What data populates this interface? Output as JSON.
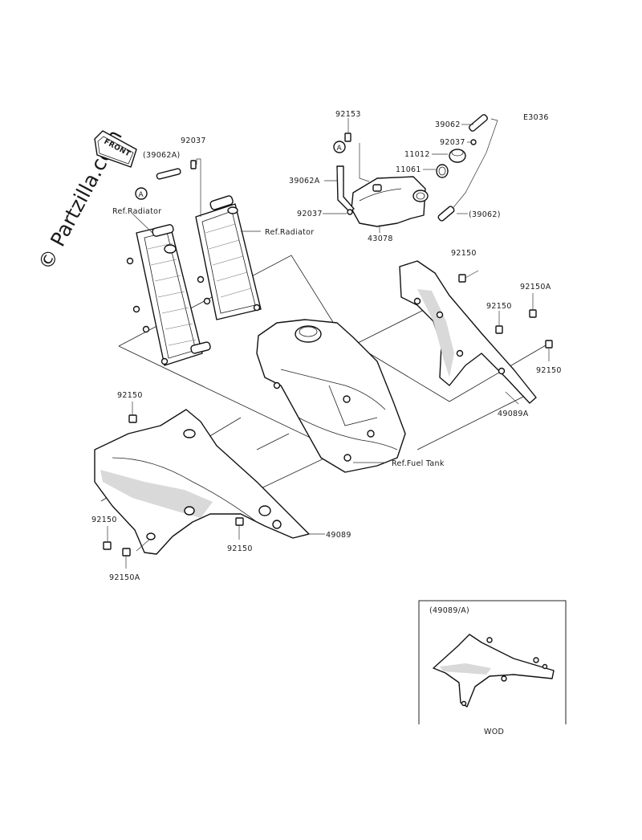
{
  "watermark": "© Partzilla.com",
  "diagram_code": "E3036",
  "front_label": "FRONT",
  "labels": {
    "p92037_top": "92037",
    "p39062A_ref": "(39062A)",
    "ref_radiator_left": "Ref.Radiator",
    "ref_radiator_right": "Ref.Radiator",
    "p92153": "92153",
    "p39062": "39062",
    "p92037_cap": "92037",
    "p11012": "11012",
    "p11061": "11061",
    "p39062A": "39062A",
    "p92037_res": "92037",
    "p43078": "43078",
    "p39062_ref": "(39062)",
    "p92150_top": "92150",
    "p92150A_right": "92150A",
    "p92150_mid": "92150",
    "p92150_right": "92150",
    "p49089A": "49089A",
    "p92150_left": "92150",
    "ref_fuel_tank": "Ref.Fuel Tank",
    "p49089": "49089",
    "p92150_bl": "92150",
    "p92150_bc": "92150",
    "p92150A_bl": "92150A",
    "circle_a1": "A",
    "circle_a2": "A"
  },
  "inset": {
    "title": "(49089/A)",
    "caption": "WOD"
  }
}
